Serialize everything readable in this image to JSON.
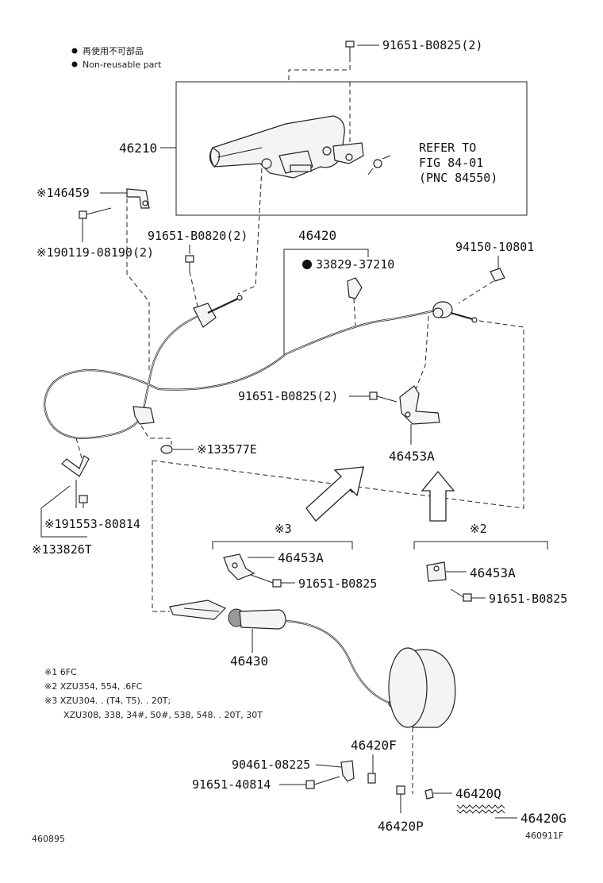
{
  "legend": {
    "jp": "再使用不可部品",
    "en": "Non-reusable part"
  },
  "labels": {
    "p_91651_b0825_top": "91651-B0825(2)",
    "p_46210": "46210",
    "refer_line1": "REFER TO",
    "refer_line2": "FIG 84-01",
    "refer_line3": "(PNC 84550)",
    "p_46459": "※146459",
    "p_90119": "※190119-08190(2)",
    "p_91651_b0820": "91651-B0820(2)",
    "p_46420": "46420",
    "p_33829": "33829-37210",
    "p_94150": "94150-10801",
    "p_91651_b0825_mid": "91651-B0825(2)",
    "p_46453a_mid": "46453A",
    "p_33577e": "※133577E",
    "p_91553": "※191553-80814",
    "p_33826t": "※133826T",
    "mark3": "※3",
    "mark2": "※2",
    "p_46453a_left": "46453A",
    "p_91651_b0825_left": "91651-B0825",
    "p_46453a_right": "46453A",
    "p_91651_b0825_right": "91651-B0825",
    "p_46430": "46430",
    "p_46420f": "46420F",
    "p_90461": "90461-08225",
    "p_91651_40814": "91651-40814",
    "p_46420q": "46420Q",
    "p_46420g": "46420G",
    "p_46420p": "46420P"
  },
  "notes": {
    "n1": "※1  6FC",
    "n2": "※2  XZU354, 554, .6FC",
    "n3": "※3  XZU304. . (T4, T5). . 20T;",
    "n4": "XZU308, 338, 34#, 50#, 538, 548. . 20T, 30T"
  },
  "footer": {
    "left_code": "460895",
    "right_code": "460911F"
  }
}
